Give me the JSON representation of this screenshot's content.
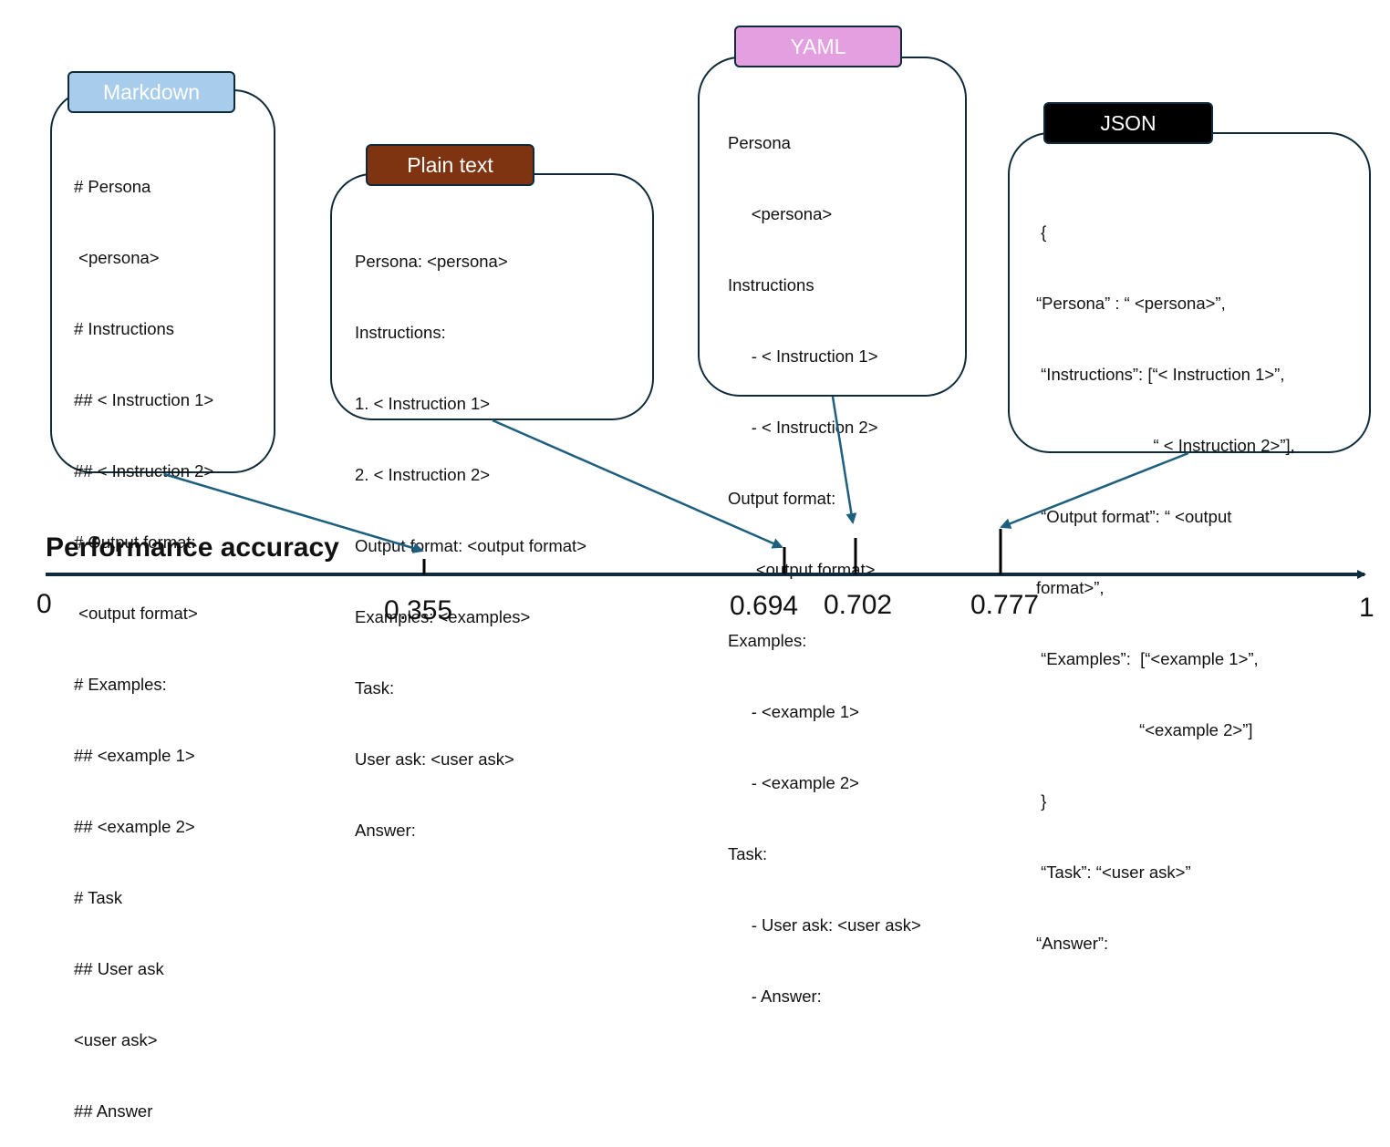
{
  "colors": {
    "markdown": "#a8cdec",
    "plain_text": "#7f3411",
    "yaml": "#e39fdf",
    "json": "#000000",
    "line": "#0f2a3a",
    "arrow": "#1d5f7f"
  },
  "axis": {
    "title": "Performance accuracy",
    "min_label": "0",
    "max_label": "1"
  },
  "formats": [
    {
      "name": "Markdown",
      "accuracy": 0.355,
      "accuracy_label": "0.355",
      "lines": [
        "# Persona",
        " <persona>",
        "# Instructions",
        "## < Instruction 1>",
        "## < Instruction 2>",
        "# Output format:",
        " <output format>",
        "# Examples:",
        "## <example 1>",
        "## <example 2>",
        "# Task",
        "## User ask",
        "<user ask>",
        "## Answer"
      ]
    },
    {
      "name": "Plain text",
      "accuracy": 0.694,
      "accuracy_label": "0.694",
      "lines": [
        "Persona: <persona>",
        "Instructions:",
        "1. < Instruction 1>",
        "2. < Instruction 2>",
        "Output format: <output format>",
        "Examples: <examples>",
        "Task:",
        "User ask: <user ask>",
        "Answer:"
      ]
    },
    {
      "name": "YAML",
      "accuracy": 0.702,
      "accuracy_label": "0.702",
      "lines": [
        "Persona",
        "     <persona>",
        "Instructions",
        "     - < Instruction 1>",
        "     - < Instruction 2>",
        "Output format:",
        "      <output format>",
        "Examples:",
        "     - <example 1>",
        "     - <example 2>",
        "Task:",
        "     - User ask: <user ask>",
        "     - Answer:"
      ]
    },
    {
      "name": "JSON",
      "accuracy": 0.777,
      "accuracy_label": "0.777",
      "lines": [
        " {",
        "“Persona” : “ <persona>”,",
        " “Instructions”: [“< Instruction 1>”,",
        "                         “ < Instruction 2>”],",
        " “Output format”: “ <output",
        "format>”,",
        " “Examples”:  [“<example 1>”,",
        "                      “<example 2>”]",
        " }",
        " “Task”: “<user ask>”",
        "“Answer”:"
      ]
    }
  ]
}
